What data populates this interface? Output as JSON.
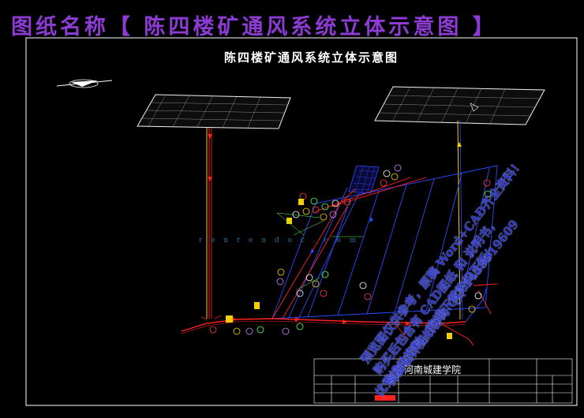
{
  "banner": "图纸名称【 陈四楼矿通风系统立体示意图 】",
  "drawing_title": "陈四楼矿通风系统立体示意图",
  "school_name": "河南城建学院",
  "watermark": "r e n r e n d o c . c o m",
  "promo_lines": [
    "预览图仅供参考，原稿 Word+CAD齐全资料！",
    "购买后包含有 CAD图纸 和 说明书，",
    "需要设计图纸咨询 QQ:1459919609",
    "优秀设计资料，欢迎下载购买正版！"
  ],
  "colors": {
    "background": "#000000",
    "banner": "#8e3bd6",
    "fresh_air": "#ff2020",
    "return_air": "#2a4bff",
    "frame": "#ffffff",
    "shaft_yellow": "#f5d000"
  }
}
